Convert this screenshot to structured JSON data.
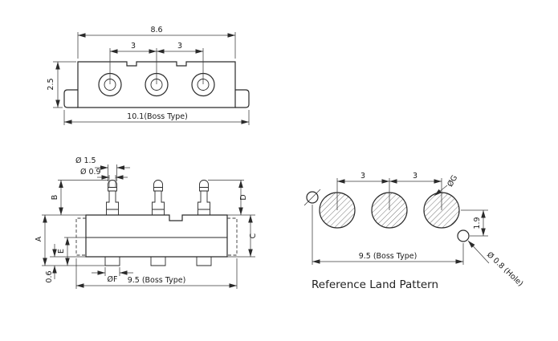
{
  "top_view": {
    "width": "8.6",
    "pitch_left": "3",
    "pitch_right": "3",
    "height": "2.5",
    "overall": "10.1(Boss Type)"
  },
  "front_view": {
    "tip_dia": "Ø 1.5",
    "plunger_dia": "Ø 0.9",
    "dim_b": "B",
    "dim_d": "D",
    "dim_a": "A",
    "dim_e": "E",
    "dim_c": "C",
    "foot_height": "0.6",
    "pad_dia": "ØF",
    "overall": "9.5 (Boss Type)"
  },
  "land_pattern": {
    "pitch_left": "3",
    "pitch_right": "3",
    "pad_dia": "ØG",
    "hole_offset": "1.9",
    "hole_dia": "Ø 0.8 (Hole)",
    "overall": "9.5 (Boss Type)",
    "caption": "Reference Land Pattern"
  }
}
